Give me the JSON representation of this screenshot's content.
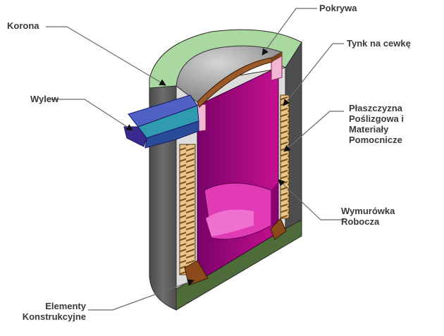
{
  "labels": {
    "pokrywa": "Pokrywa",
    "korona": "Korona",
    "tynk": "Tynk na cewkę",
    "wylew": "Wylew",
    "plaszczyzna": [
      "Płaszczyzna",
      "Poślizgowa i",
      "Materiały",
      "Pomocnicze"
    ],
    "wymurowka": [
      "Wymurówka",
      "Robocza"
    ],
    "elementy": [
      "Elementy",
      "Konstrukcyjne"
    ]
  },
  "colors": {
    "shell": "#5d5d5d",
    "corona": "#a9d8a0",
    "lid_grey": "#9a9a9a",
    "lid_brown": "#9a5a2a",
    "lining": "#b0007f",
    "coil": "#c8924a",
    "spout": "#3a3aa0",
    "base": "#4e6b3a",
    "leader": "#6a6a6a"
  }
}
